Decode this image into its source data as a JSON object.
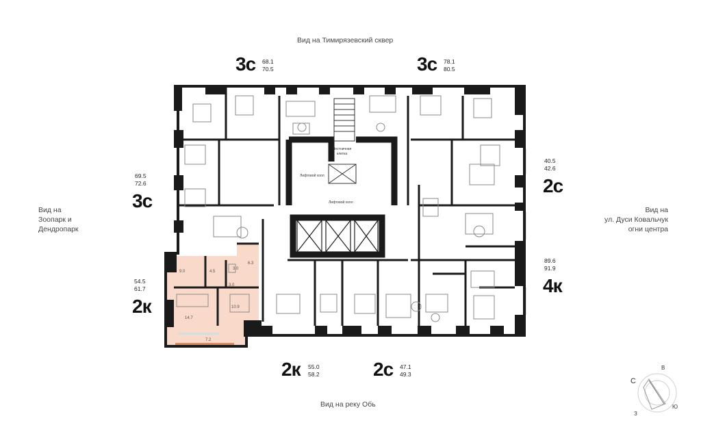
{
  "views": {
    "top": "Вид на Тимирязевский сквер",
    "left": [
      "Вид на",
      "Зоопарк и",
      "Дендропарк"
    ],
    "right": [
      "Вид на",
      "ул. Дуси Ковальчук",
      "огни центра"
    ],
    "bottom": "Вид на реку Обь"
  },
  "units": [
    {
      "id": "top-left-3c",
      "type": "3с",
      "area_min": "68.1",
      "area_max": "70.5"
    },
    {
      "id": "top-right-3c",
      "type": "3с",
      "area_min": "78.1",
      "area_max": "80.5"
    },
    {
      "id": "left-3c",
      "type": "3с",
      "area_min": "69.5",
      "area_max": "72.6"
    },
    {
      "id": "left-2k",
      "type": "2к",
      "area_min": "54.5",
      "area_max": "61.7"
    },
    {
      "id": "right-2c",
      "type": "2с",
      "area_min": "40.5",
      "area_max": "42.6"
    },
    {
      "id": "right-4k",
      "type": "4к",
      "area_min": "89.6",
      "area_max": "91.9"
    },
    {
      "id": "bottom-2k",
      "type": "2к",
      "area_min": "55.0",
      "area_max": "58.2"
    },
    {
      "id": "bottom-2c",
      "type": "2с",
      "area_min": "47.1",
      "area_max": "49.3"
    }
  ],
  "core_labels": {
    "stair": [
      "Лестничная",
      "клетка"
    ],
    "lift_hall_1": "Лифтовой холл",
    "lift_hall_2": "Лифтовой холл"
  },
  "highlighted_unit": {
    "rooms": [
      "9.0",
      "4.5",
      "3.0",
      "6.3",
      "3.0",
      "14.7",
      "10.9",
      "7.2"
    ],
    "color": "#f9d9c9"
  },
  "compass": {
    "north": "С",
    "east": "В",
    "south": "Ю",
    "west": "З"
  },
  "colors": {
    "wall": "#1a1a1a",
    "highlight": "#f9d9c9",
    "window": "#c9d3d6",
    "balcony_accent": "#d98c5f"
  }
}
